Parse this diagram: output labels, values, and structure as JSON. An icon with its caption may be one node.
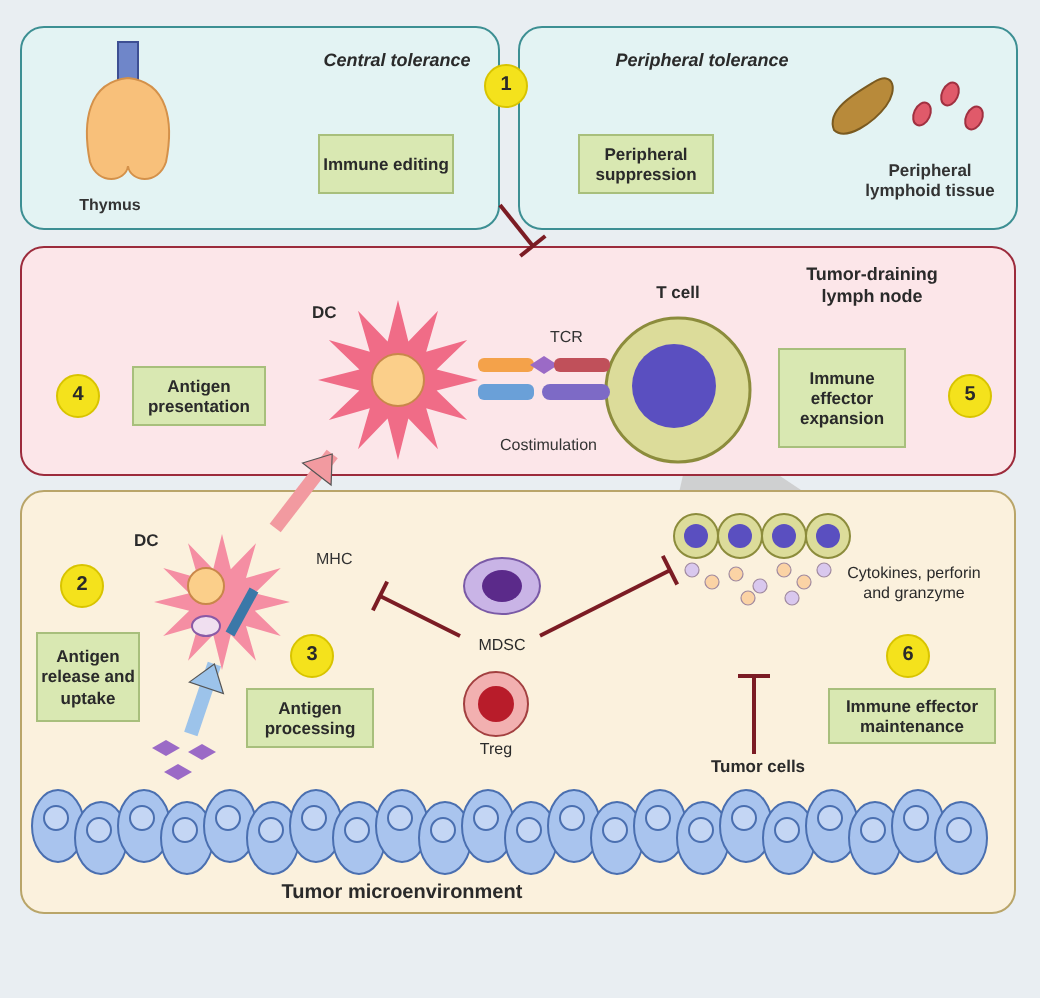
{
  "diagram": {
    "nodes": [
      {
        "text": [
          "Central tolerance"
        ]
      },
      {
        "text": [
          "Immune editing"
        ],
        "in": 0
      },
      {
        "text": [
          "Peripheral tolerance"
        ]
      },
      {
        "text": [
          "Peripheral suppression"
        ],
        "in": 2
      },
      {
        "text": [
          "1"
        ]
      },
      {
        "text": [
          "Tumor-draining lymph node"
        ]
      },
      {
        "text": [
          "4"
        ],
        "in": 5
      },
      {
        "text": [
          "Antigen presentation"
        ],
        "in": 5
      },
      {
        "text": [
          "DC"
        ],
        "in": 5
      },
      {
        "text": [
          "T cell"
        ],
        "in": 5
      },
      {
        "text": [
          "Immune effector expansion"
        ],
        "in": 5
      },
      {
        "text": [
          "5"
        ],
        "in": 5
      },
      {
        "text": [
          "Tumor microenvironment"
        ]
      },
      {
        "text": [
          "DC"
        ],
        "in": 12
      },
      {
        "text": [
          "2"
        ],
        "in": 12
      },
      {
        "text": [
          "Antigen release and uptake"
        ],
        "in": 12
      },
      {
        "text": [
          "3"
        ],
        "in": 12
      },
      {
        "text": [
          "Antigen processing"
        ],
        "in": 12
      },
      {
        "text": [
          "MDSC"
        ],
        "in": 12
      },
      {
        "text": [
          "Treg"
        ],
        "in": 12
      },
      {
        "text": [
          "Cytokines, perforin and granzyme"
        ],
        "in": 12
      },
      {
        "text": [
          "6"
        ],
        "in": 12
      },
      {
        "text": [
          "Immune effector maintenance"
        ],
        "in": 12
      },
      {
        "text": [
          "Tumor cells"
        ],
        "in": 12
      },
      {
        "text": [],
        "shape": "picture",
        "in": 12
      }
    ],
    "edges": [
      {
        "from": 0,
        "to": 5,
        "arrow": "other"
      },
      {
        "from": 24,
        "to": 13,
        "arrow": "to",
        "style": "thick",
        "color": "#9cc3ea"
      },
      {
        "from": 13,
        "to": 8,
        "arrow": "to",
        "style": "thick",
        "color": "#f29aa0"
      },
      {
        "from": 18,
        "to": null,
        "arrow": "other"
      },
      {
        "from": 18,
        "to": 20,
        "arrow": "other"
      },
      {
        "from": 23,
        "to": null,
        "arrow": "other"
      }
    ],
    "labels": [
      "Thymus",
      "Peripheral lymphoid tissue",
      "TCR",
      "Costimulation",
      "MHC"
    ]
  }
}
